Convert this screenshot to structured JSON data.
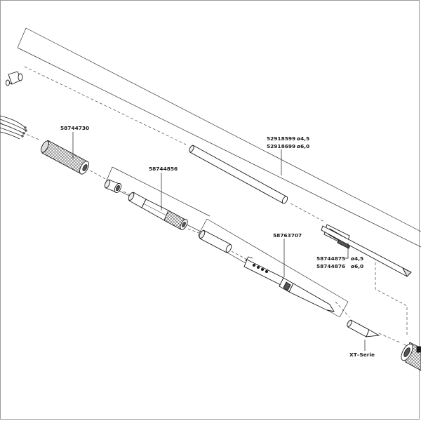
{
  "labels": {
    "wire_sleeve": "58744730",
    "handle_tube": "58744856",
    "bracket": "58763707",
    "rod_a": "52918599",
    "rod_a_dia": "ø4,5",
    "rod_b": "52918699",
    "rod_b_dia": "ø6,0",
    "clip_a": "58744875",
    "clip_a_dia": "ø4,5",
    "clip_b": "58744876",
    "clip_b_dia": "ø6,0",
    "tip_series": "XT–Serie"
  },
  "colors": {
    "line": "#1a1a1a",
    "fill_light": "#f2f2f2",
    "fill_dark": "#555555",
    "frame": "#9a9a9a"
  }
}
